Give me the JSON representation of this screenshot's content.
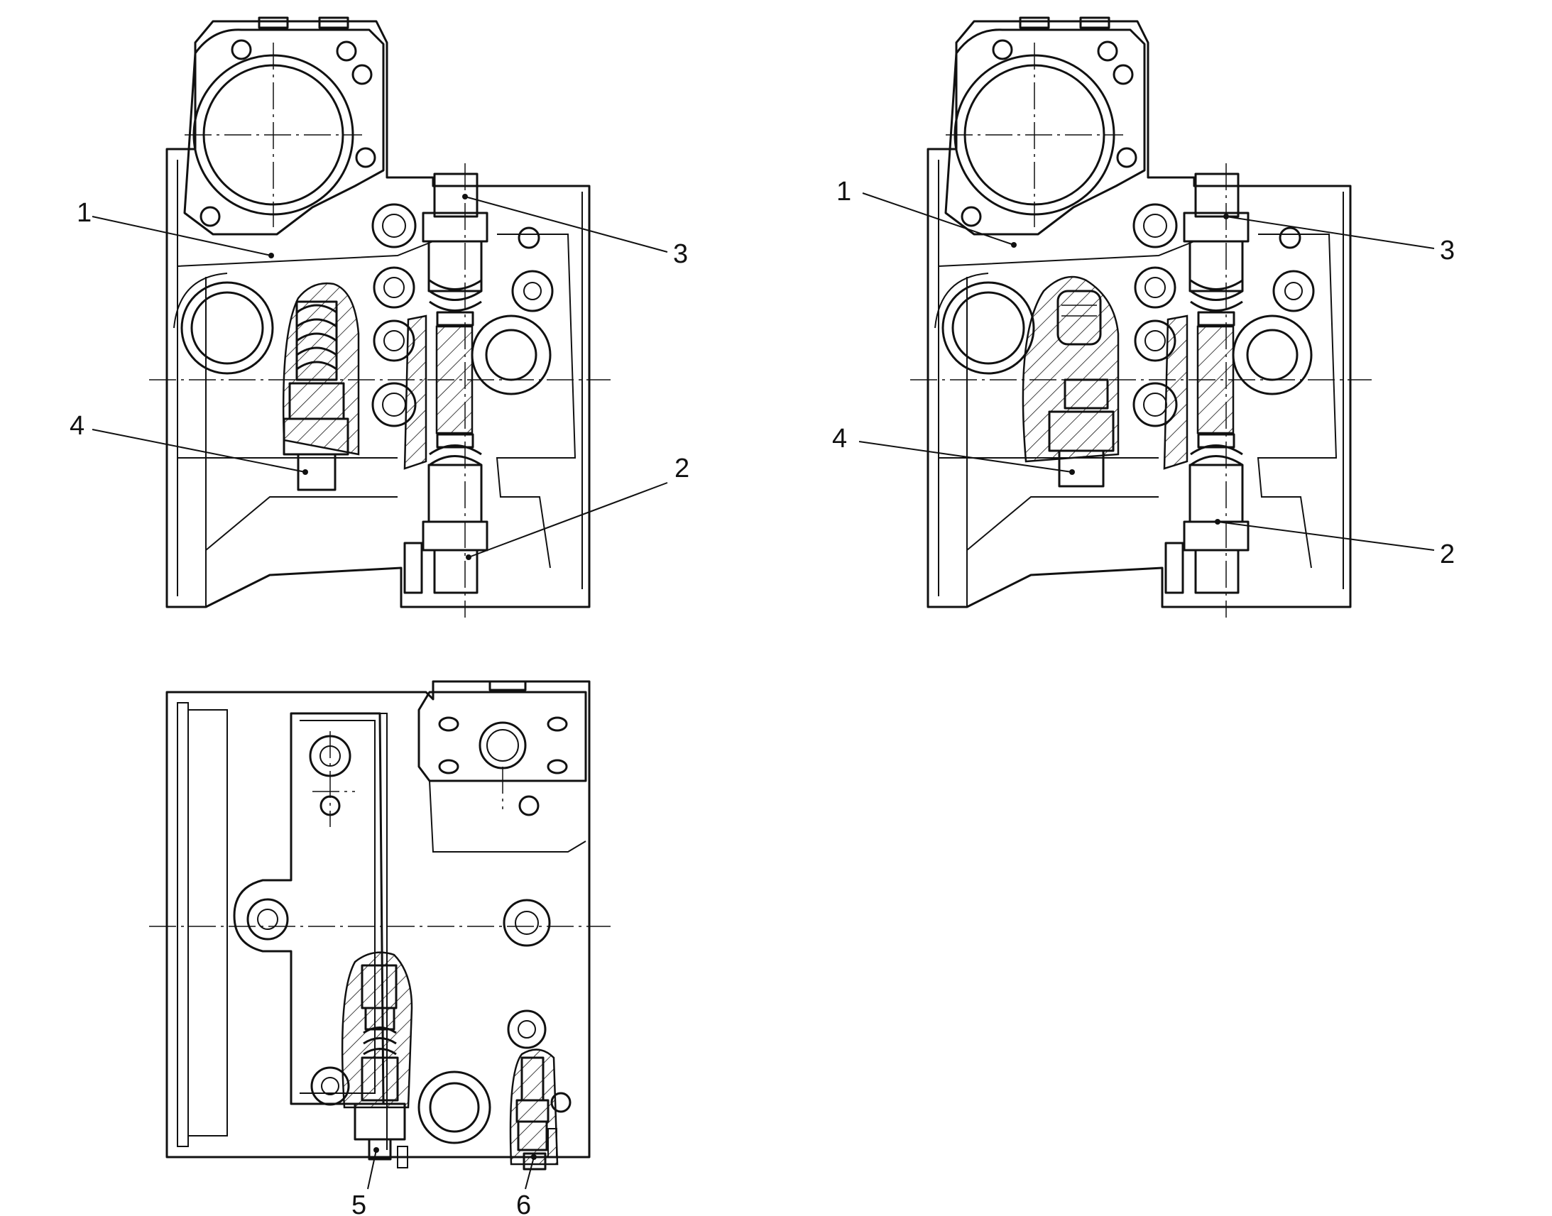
{
  "figure": {
    "views": [
      {
        "id": "view-top-left",
        "callouts": [
          "1",
          "3",
          "4",
          "2"
        ]
      },
      {
        "id": "view-top-right",
        "callouts": [
          "1",
          "3",
          "4",
          "2"
        ]
      },
      {
        "id": "view-bottom",
        "callouts": [
          "5",
          "6"
        ]
      }
    ],
    "line_color": "#111111",
    "background": "#ffffff"
  },
  "callouts": {
    "a": {
      "c1": "1",
      "c2": "2",
      "c3": "3",
      "c4": "4"
    },
    "b": {
      "c1": "1",
      "c2": "2",
      "c3": "3",
      "c4": "4"
    },
    "c": {
      "c5": "5",
      "c6": "6"
    }
  }
}
